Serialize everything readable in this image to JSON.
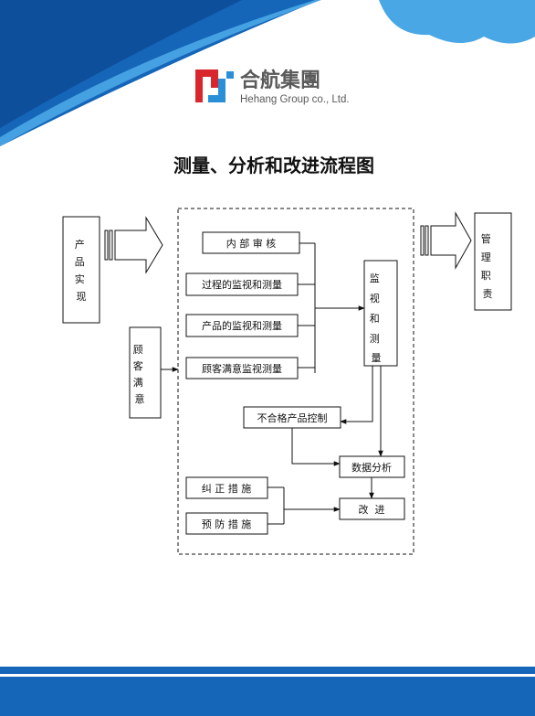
{
  "header": {
    "logo_cn": "合航集團",
    "logo_en": "Hehang Group co., Ltd."
  },
  "title": "测量、分析和改进流程图",
  "nodes": {
    "product_realization": "产品实现",
    "management_duty": "管理职责",
    "customer_satisfaction": "顾客满意",
    "internal_audit": "内 部 审 核",
    "process_monitoring": "过程的监视和测量",
    "product_monitoring": "产品的监视和测量",
    "customer_monitoring": "顾客满意监视测量",
    "monitor_measure": "监视和测量",
    "nonconforming_control": "不合格产品控制",
    "data_analysis": "数据分析",
    "corrective_action": "纠 正 措 施",
    "preventive_action": "预 防 措 施",
    "improvement": "改  进"
  },
  "colors": {
    "brand_blue": "#1565b8",
    "light_blue": "#4aa7e6",
    "logo_red": "#d8262c",
    "logo_blue": "#2a8fd6"
  }
}
